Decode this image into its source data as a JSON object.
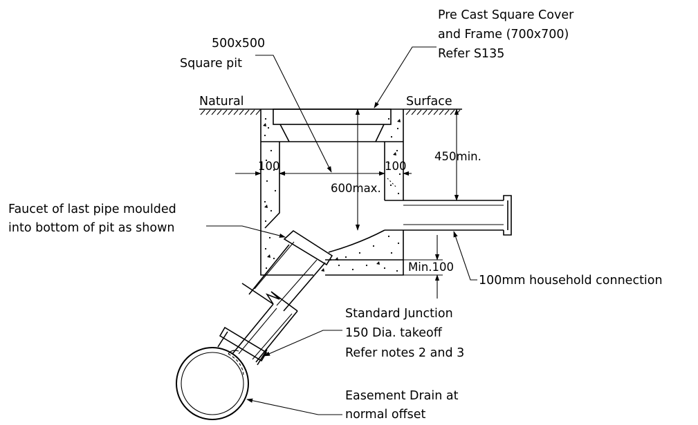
{
  "diagram": {
    "labels": {
      "cover_line1": "Pre Cast Square Cover",
      "cover_line2": "and Frame (700x700)",
      "cover_line3": "Refer S135",
      "pit_line1": "500x500",
      "pit_line2": "Square pit",
      "natural": "Natural",
      "surface": "Surface",
      "faucet_line1": "Faucet of last pipe moulded",
      "faucet_line2": "into bottom of pit as shown",
      "household": "100mm household connection",
      "junction_line1": "Standard Junction",
      "junction_line2": "150 Dia. takeoff",
      "junction_line3": "Refer notes 2 and 3",
      "drain_line1": "Easement Drain at",
      "drain_line2": "normal offset"
    },
    "dimensions": {
      "wall_left": "100",
      "wall_right": "100",
      "depth_max": "600max.",
      "cover_min": "450min.",
      "base_min": "Min.100"
    }
  }
}
